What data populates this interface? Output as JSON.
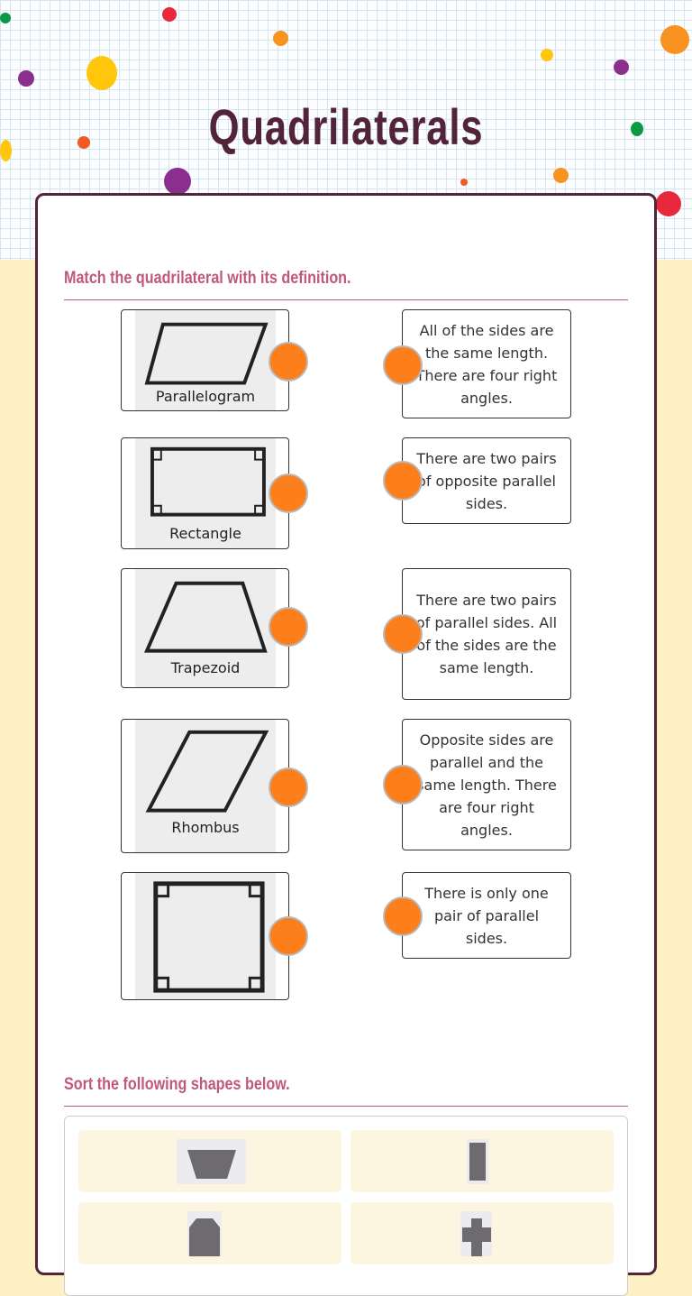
{
  "page": {
    "title": "Quadrilaterals"
  },
  "match": {
    "heading": "Match the quadrilateral with its definition.",
    "left": [
      {
        "label": "Parallelogram",
        "shape": "parallelogram"
      },
      {
        "label": "Rectangle",
        "shape": "rectangle"
      },
      {
        "label": "Trapezoid",
        "shape": "trapezoid"
      },
      {
        "label": "Rhombus",
        "shape": "rhombus"
      },
      {
        "label": "",
        "shape": "square"
      }
    ],
    "right": [
      "All of the sides are the same length. There are four right angles.",
      "There are two pairs of opposite parallel sides.",
      "There are two pairs of parallel sides. All of the sides are the same length.",
      "Opposite sides are parallel and the same length. There are four right angles.",
      "There is only one pair of parallel sides."
    ]
  },
  "sort": {
    "heading": "Sort the following shapes below.",
    "items": [
      {
        "shape": "trapezoid"
      },
      {
        "shape": "rectangle"
      },
      {
        "shape": "octagon"
      },
      {
        "shape": "cross"
      }
    ]
  },
  "colors": {
    "accent": "#fd7f1b",
    "title": "#52243a",
    "heading": "#c0587e"
  }
}
